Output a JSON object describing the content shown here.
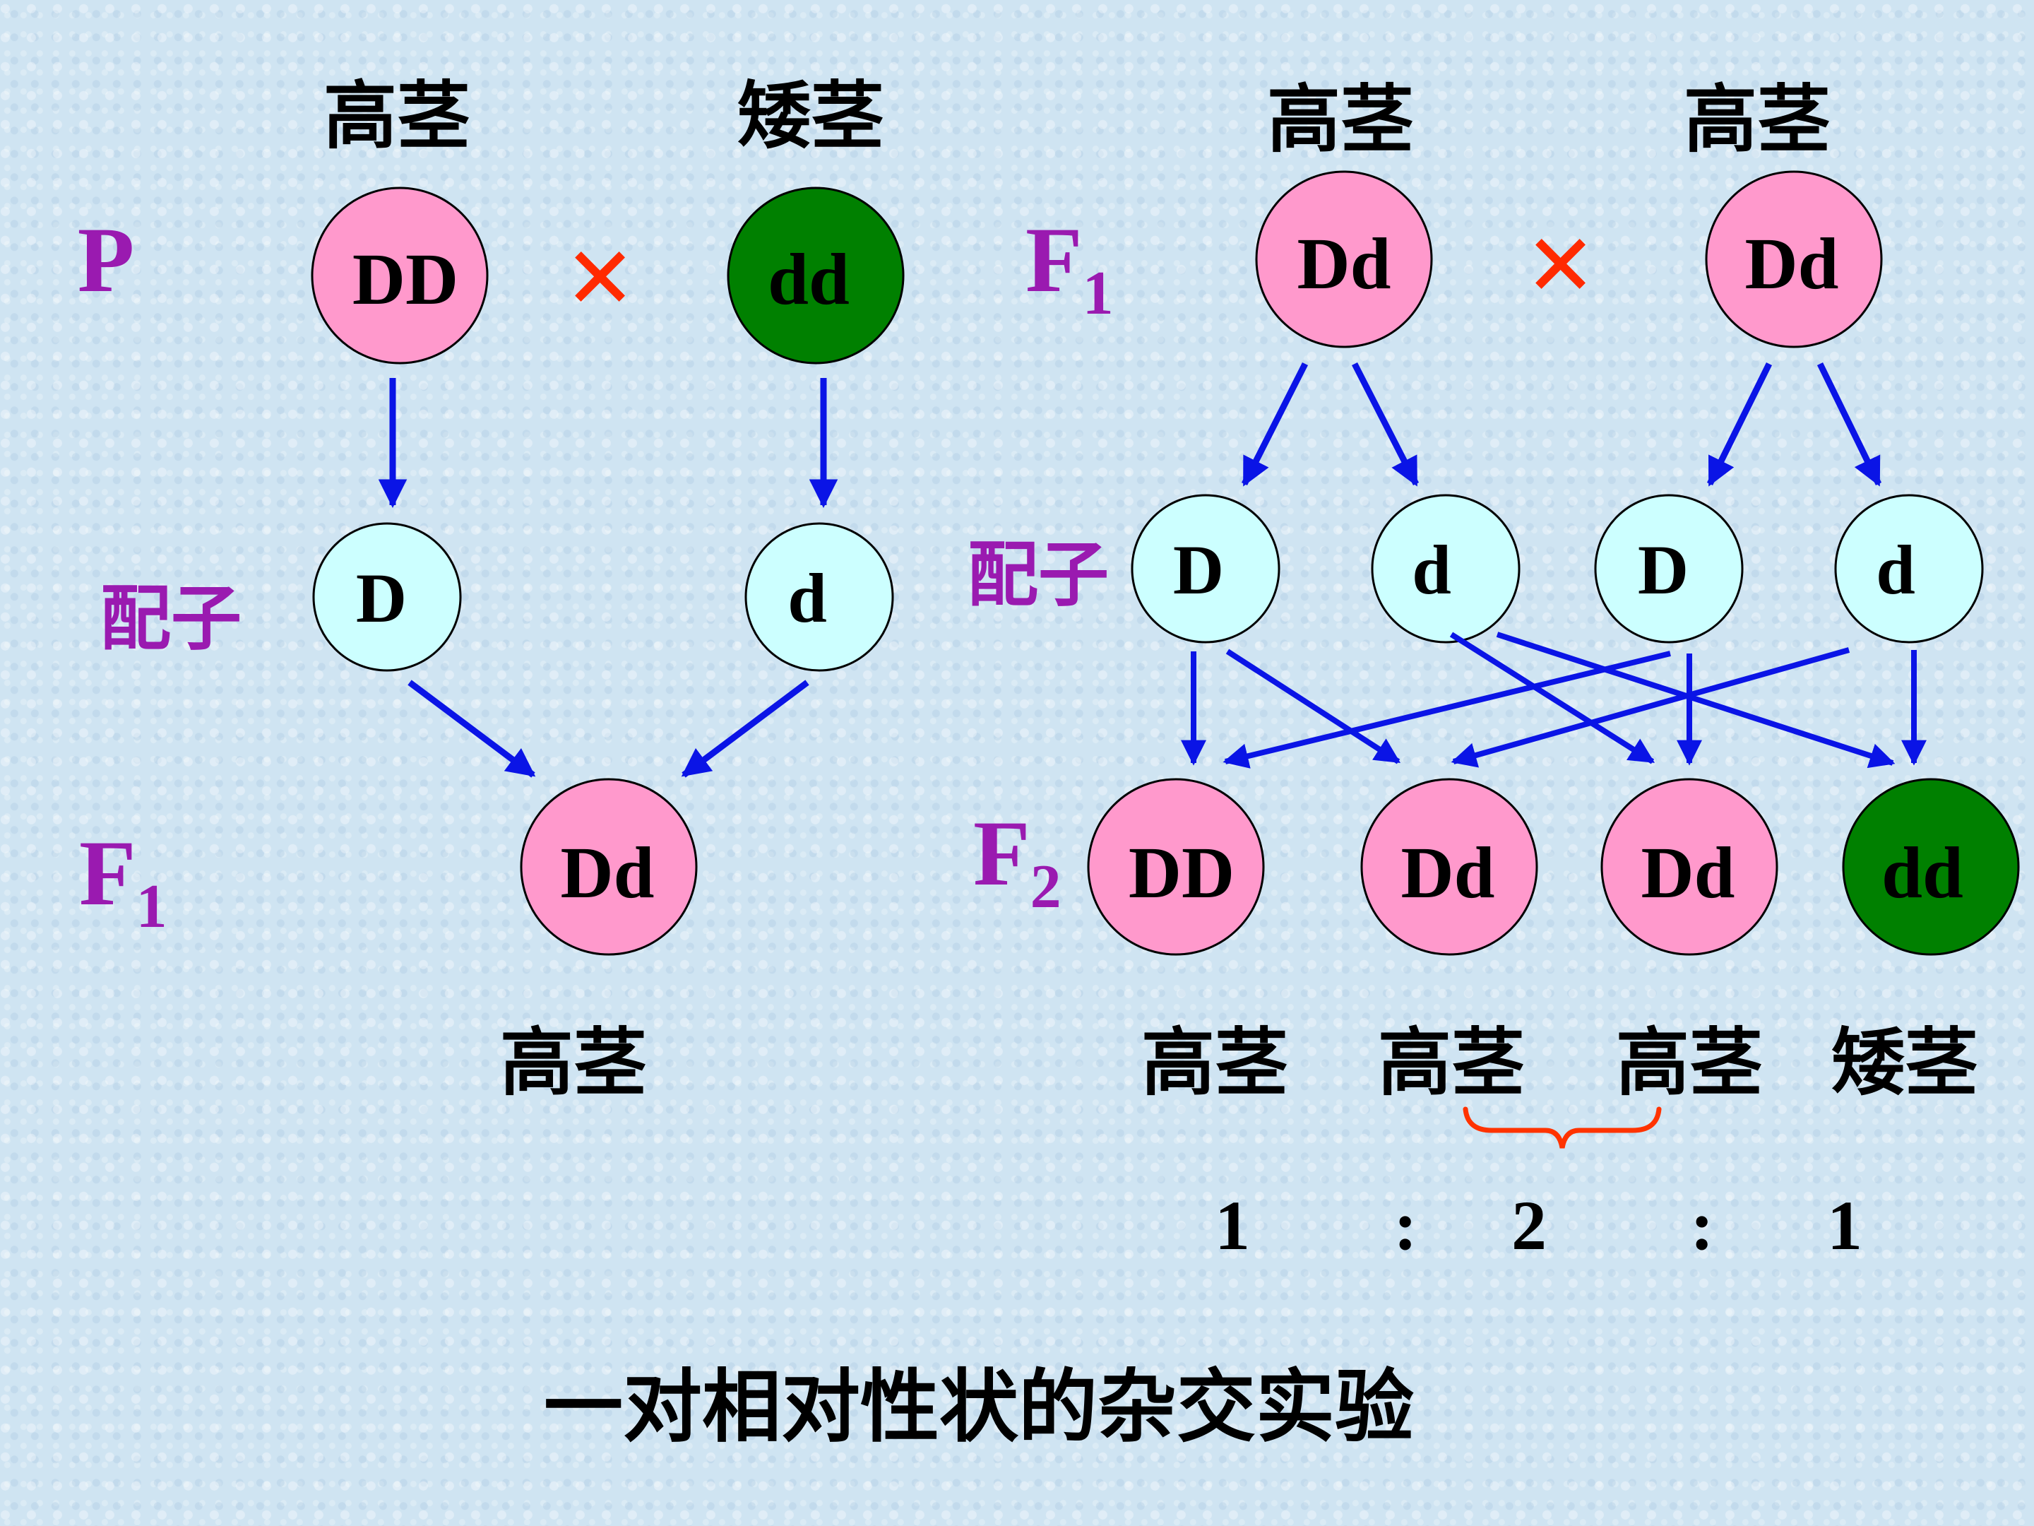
{
  "colors": {
    "dominant_fill": "#ff99cc",
    "recessive_fill": "#008000",
    "gamete_fill": "#ccffff",
    "arrow": "#0a14e6",
    "generation_label": "#9a1ab0",
    "cross_mark": "#ff2a00",
    "brace": "#ff3300",
    "text": "#000000"
  },
  "left": {
    "parent_labels": [
      "高茎",
      "矮茎"
    ],
    "generation_p": "P",
    "parents": [
      "DD",
      "dd"
    ],
    "cross_symbol": "×",
    "gamete_label": "配子",
    "gametes": [
      "D",
      "d"
    ],
    "generation_f1": "F",
    "generation_f1_sub": "1",
    "offspring": "Dd",
    "offspring_label": "高茎"
  },
  "right": {
    "parent_labels": [
      "高茎",
      "高茎"
    ],
    "generation_f1": "F",
    "generation_f1_sub": "1",
    "parents": [
      "Dd",
      "Dd"
    ],
    "cross_symbol": "×",
    "gamete_label": "配子",
    "gametes": [
      "D",
      "d",
      "D",
      "d"
    ],
    "generation_f2": "F",
    "generation_f2_sub": "2",
    "offspring": [
      "DD",
      "Dd",
      "Dd",
      "dd"
    ],
    "offspring_labels": [
      "高茎",
      "高茎",
      "高茎",
      "矮茎"
    ],
    "ratio": [
      "1",
      ":",
      "2",
      ":",
      "1"
    ]
  },
  "caption": "一对相对性状的杂交实验"
}
